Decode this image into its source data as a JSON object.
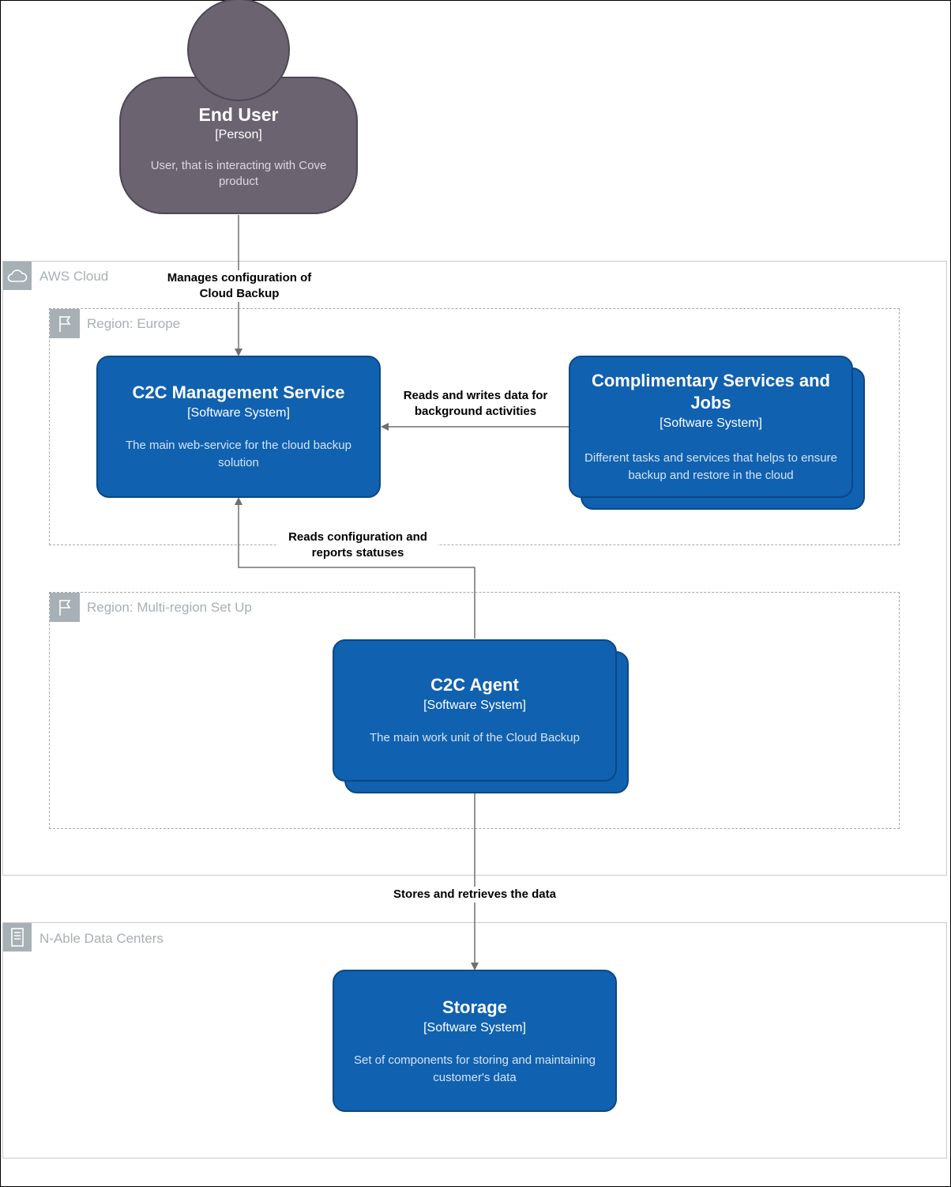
{
  "person": {
    "name": "End User",
    "type": "[Person]",
    "description": "User, that is interacting with Cove product"
  },
  "boundaries": {
    "aws": {
      "label": "AWS Cloud",
      "icon": "cloud-icon"
    },
    "region_europe": {
      "label": "Region: Europe",
      "icon": "flag-icon"
    },
    "region_multi": {
      "label": "Region: Multi-region Set Up",
      "icon": "flag-icon"
    },
    "nable": {
      "label": "N-Able Data Centers",
      "icon": "server-icon"
    }
  },
  "systems": {
    "management": {
      "title": "C2C Management Service",
      "type": "[Software System]",
      "description": "The main web-service for the cloud backup solution"
    },
    "complimentary": {
      "title": "Complimentary Services and Jobs",
      "type": "[Software System]",
      "description": "Different tasks and services that helps to ensure backup and restore in the cloud"
    },
    "agent": {
      "title": "C2C Agent",
      "type": "[Software System]",
      "description": "The main work unit of the Cloud Backup"
    },
    "storage": {
      "title": "Storage",
      "type": "[Software System]",
      "description": "Set of components for storing and maintaining customer's data"
    }
  },
  "relationships": {
    "manages": "Manages configuration of Cloud Backup",
    "reads_writes": "Reads and writes data for background activities",
    "reads_config": "Reads configuration and reports statuses",
    "stores": "Stores and retrieves the data"
  },
  "colors": {
    "person_fill": "#6b6370",
    "system_fill": "#1061b0",
    "system_border": "#0b4884",
    "boundary_gray": "#a7b0b5",
    "edge": "#707070"
  }
}
